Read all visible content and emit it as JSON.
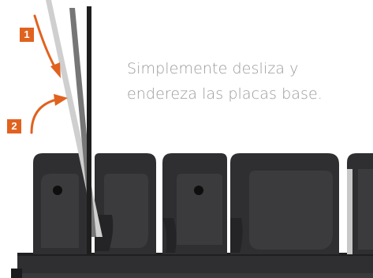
{
  "steps": {
    "step1_number": "1",
    "step2_number": "2"
  },
  "caption": {
    "line1": "Simplemente desliza y",
    "line2": "endereza las placas base."
  },
  "colors": {
    "accent": "#e0621f",
    "caption_text": "#9a9a9a",
    "holder_body": "#2f2f31",
    "holder_face": "#3d3d40",
    "plate_black": "#222222",
    "plate_grey": "#6d6d6d",
    "plate_light": "#c9c9c9"
  },
  "icons": {
    "arrow_down": "curved-down-arrow-icon",
    "arrow_up": "curved-up-arrow-icon"
  }
}
